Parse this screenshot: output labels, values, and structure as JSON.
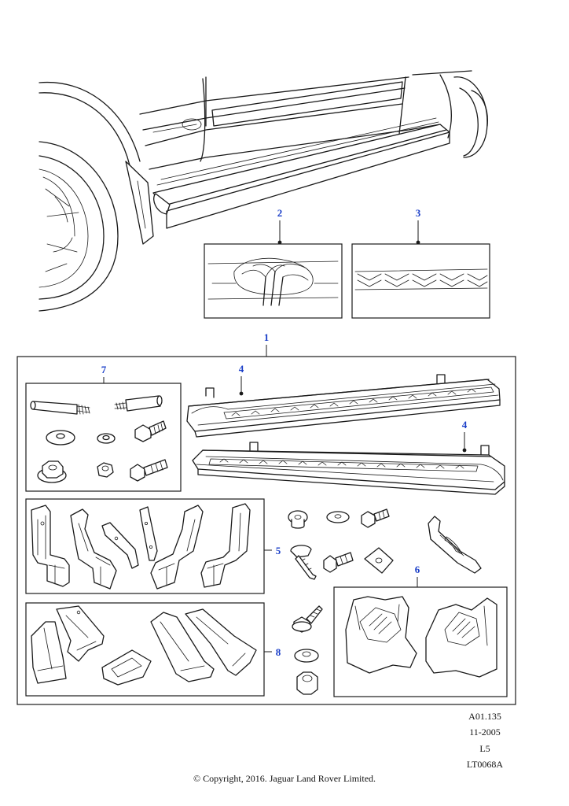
{
  "callouts": {
    "c1": "1",
    "c2": "2",
    "c3": "3",
    "c4a": "4",
    "c4b": "4",
    "c5": "5",
    "c6": "6",
    "c7": "7",
    "c8": "8"
  },
  "callout_color": "#1a3ec8",
  "reference": {
    "code": "A01.135",
    "date": "11-2005",
    "level": "L5",
    "illustration": "LT0068A"
  },
  "copyright": "© Copyright, 2016. Jaguar Land Rover Limited."
}
